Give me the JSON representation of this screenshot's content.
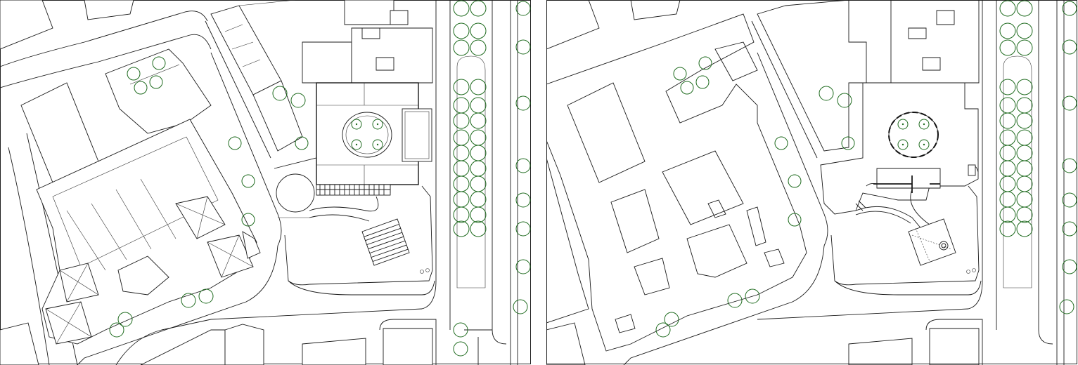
{
  "colors": {
    "background": "#ffffff",
    "linework": "#1a1a1a",
    "trees": "#1f6b1f",
    "hatch": "#555555"
  },
  "panels": [
    {
      "id": "site-plan-outline",
      "style": "outline linework"
    },
    {
      "id": "site-plan-figure-ground",
      "style": "hatched built mass"
    }
  ]
}
